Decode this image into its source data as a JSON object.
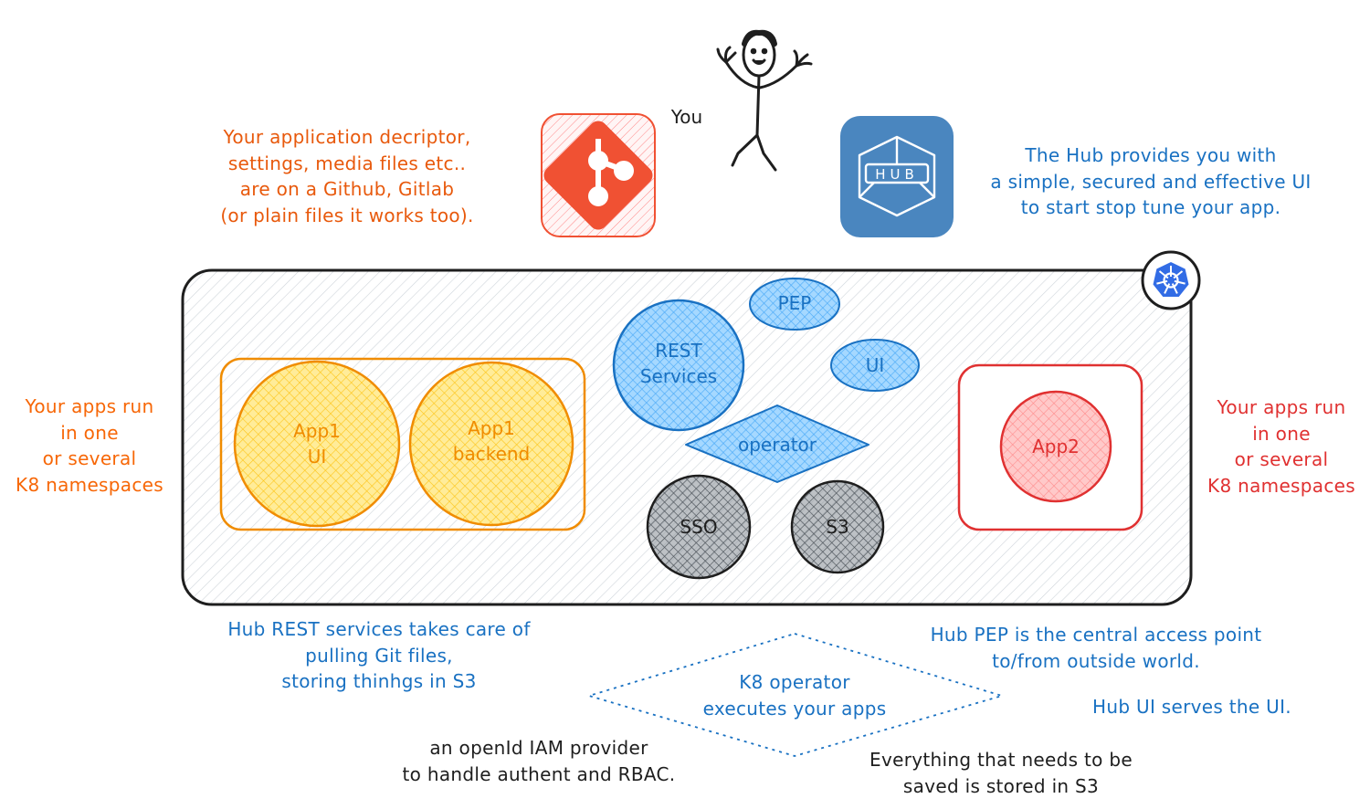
{
  "labels": {
    "you": "You",
    "app1_ui": "App1\nUI",
    "app1_backend": "App1\nbackend",
    "app2": "App2",
    "rest_services": "REST\nServices",
    "pep": "PEP",
    "ui": "UI",
    "operator": "operator",
    "sso": "SSO",
    "s3": "S3",
    "hub_logo_text": "HUB"
  },
  "notes": {
    "git": "Your application decriptor,\nsettings, media files etc..\nare on a Github, Gitlab\n(or plain files it works too).",
    "hub": "The Hub provides you with\na simple, secured and effective UI\nto start stop tune your app.",
    "left_ns": "Your apps run\nin one\nor several\nK8 namespaces",
    "right_ns": "Your apps run\nin one\nor several\nK8 namespaces",
    "rest": "Hub REST services takes care of\npulling Git files,\nstoring thinhgs in S3",
    "pep": "Hub PEP is the central access point\nto/from outside world.",
    "operator": "K8 operator\nexecutes your apps",
    "ui": "Hub UI serves the UI.",
    "sso": "an openId IAM provider\nto handle authent and RBAC.",
    "s3": "Everything that needs to be\nsaved is stored in S3"
  },
  "icons": {
    "git": "git-logo-icon",
    "hub": "hub-cube-logo-icon",
    "kubernetes": "kubernetes-helm-icon",
    "person": "stick-figure-icon"
  },
  "colors": {
    "orange": "#f08c00",
    "orange_fill": "#ffec99",
    "red": "#e03131",
    "red_fill": "#ffc9c9",
    "blue": "#1971c2",
    "blue_fill": "#a5d8ff",
    "grey": "#1e1e1e",
    "grey_fill": "#868e96",
    "git": "#f05133",
    "hub": "#4a86bf"
  }
}
